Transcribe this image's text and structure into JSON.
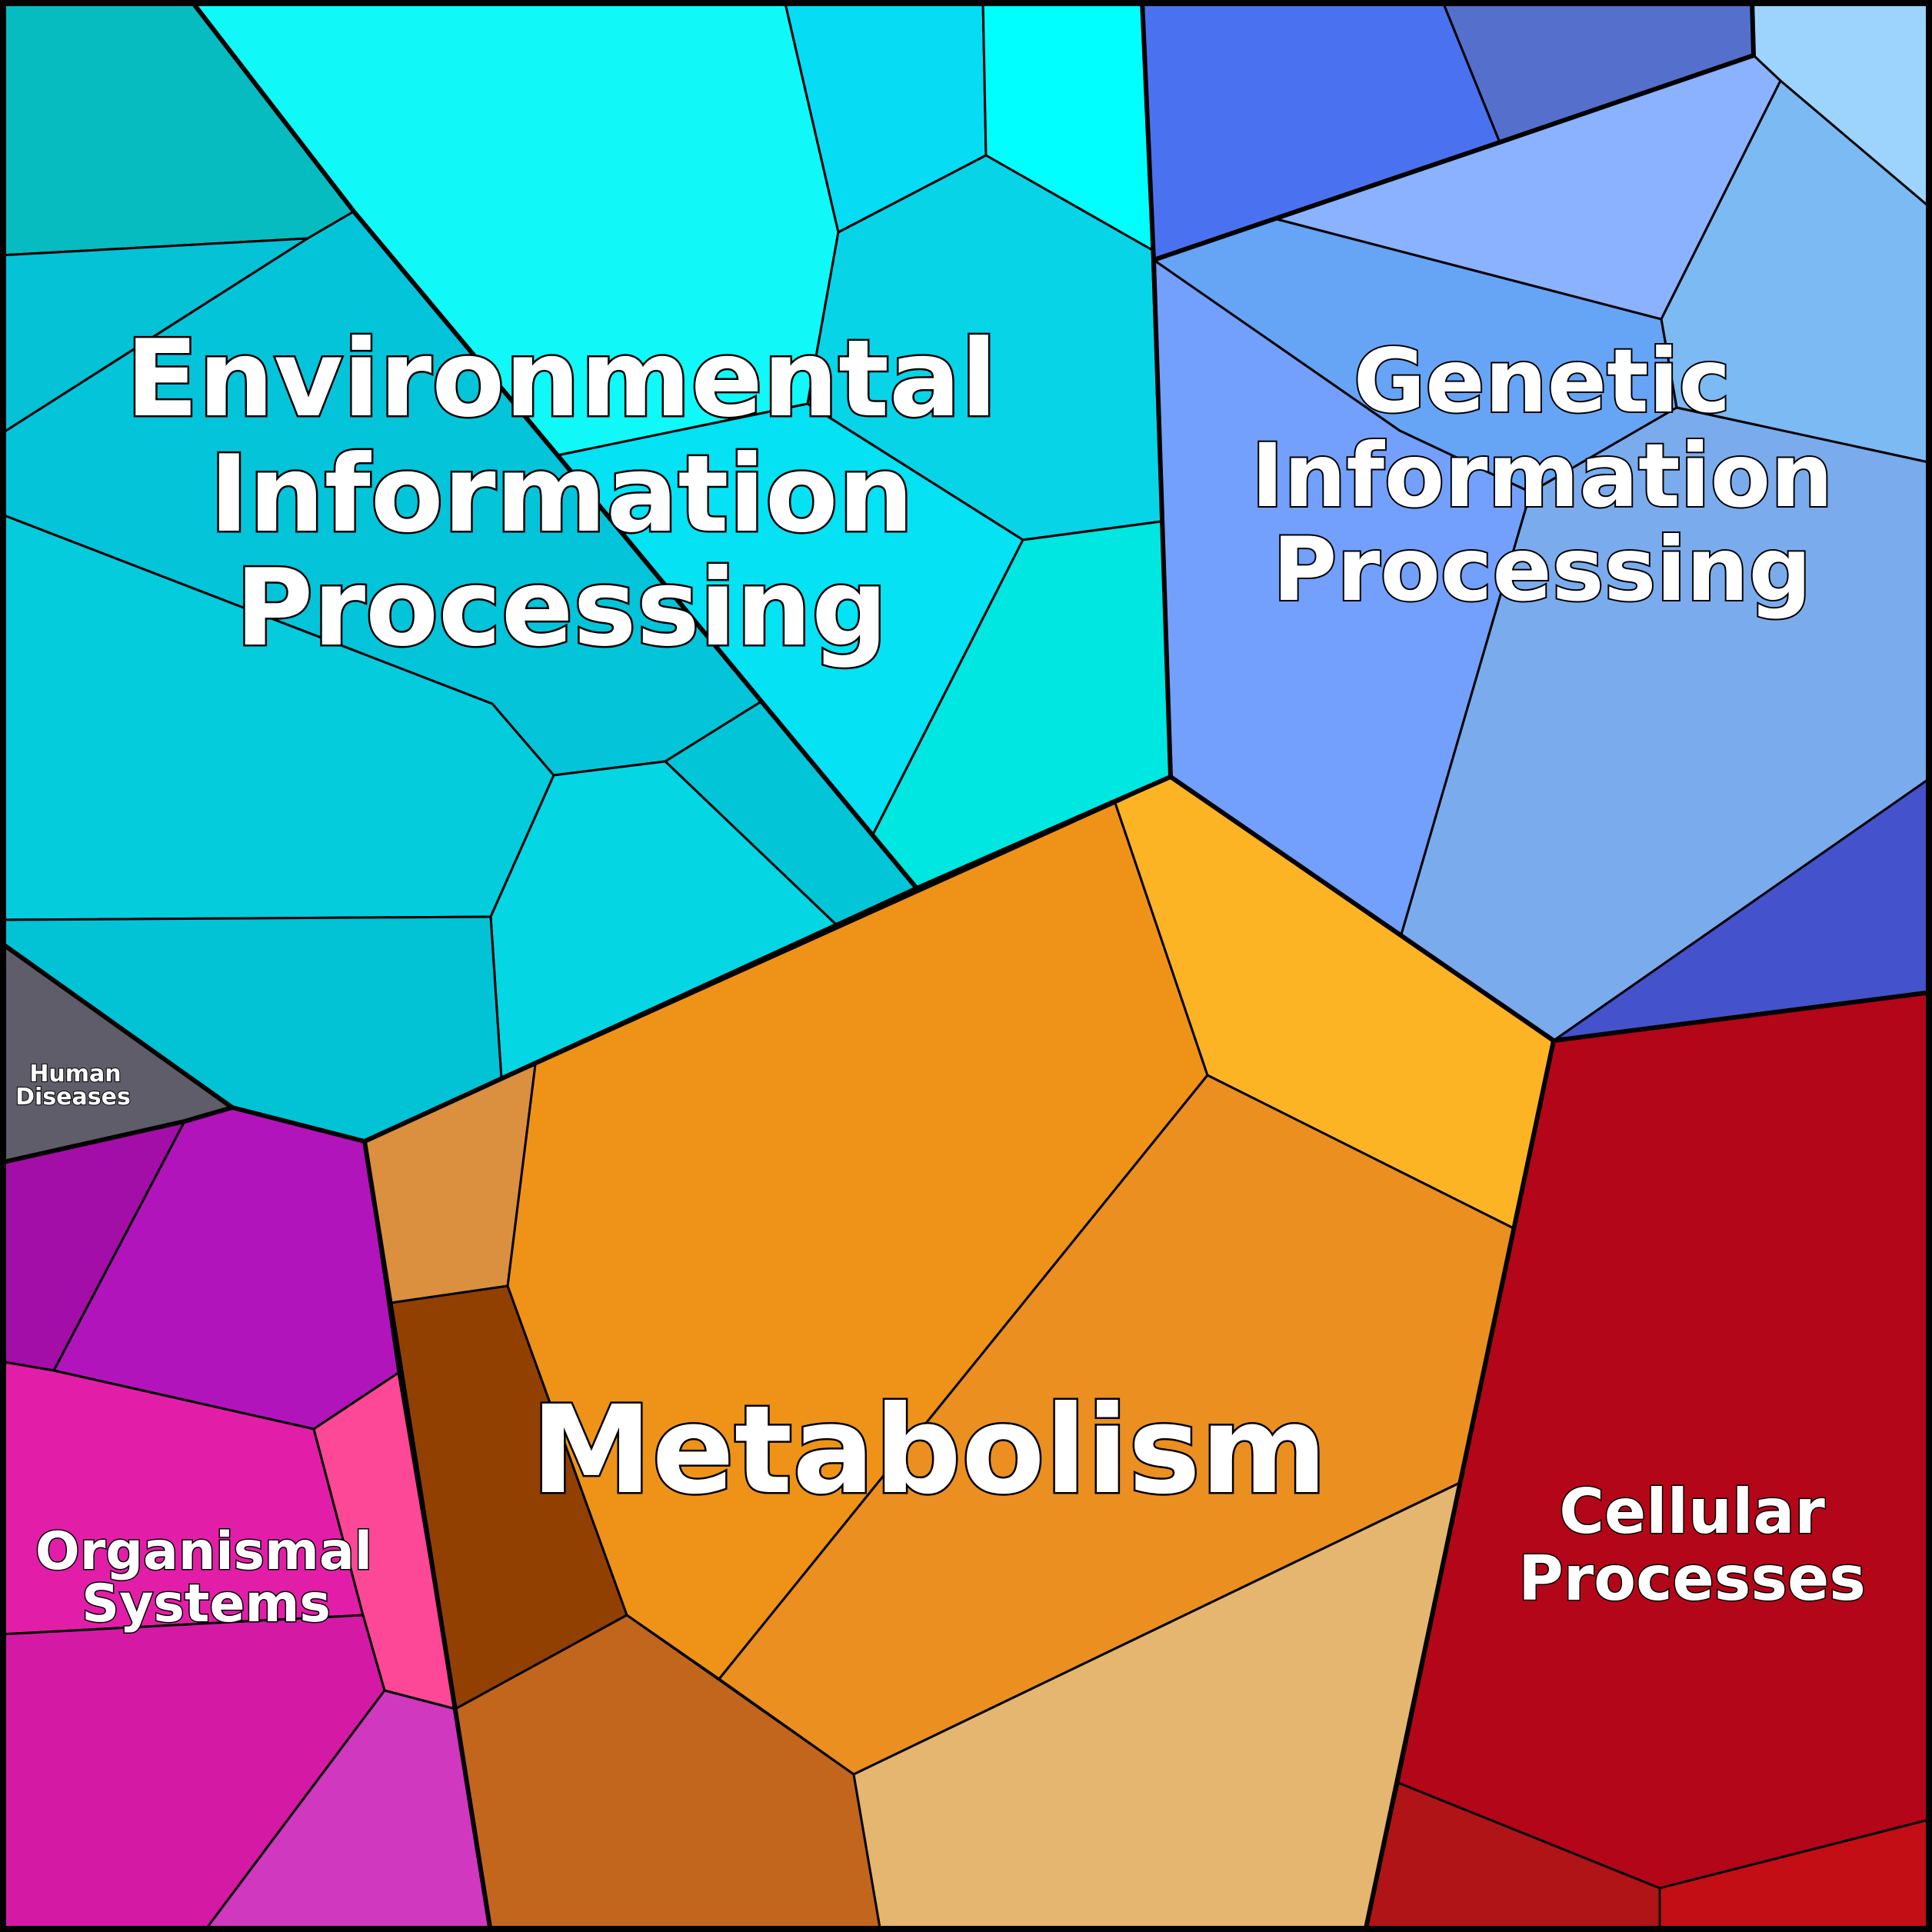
{
  "categories": [
    {
      "id": "env",
      "name": "Environmental Information Processing",
      "lines": [
        "Environmental",
        "Information",
        "Processing"
      ],
      "color": "#0ad8ee"
    },
    {
      "id": "gen",
      "name": "Genetic Information Processing",
      "lines": [
        "Genetic",
        "Information",
        "Processing"
      ],
      "color": "#74a6f6"
    },
    {
      "id": "met",
      "name": "Metabolism",
      "lines": [
        "Metabolism"
      ],
      "color": "#ee9419"
    },
    {
      "id": "cel",
      "name": "Cellular Processes",
      "lines": [
        "Cellular",
        "Processes"
      ],
      "color": "#b40619"
    },
    {
      "id": "org",
      "name": "Organismal Systems",
      "lines": [
        "Organismal",
        "Systems"
      ],
      "color": "#d81aa8"
    },
    {
      "id": "hum",
      "name": "Human Diseases",
      "lines": [
        "Human",
        "Diseases"
      ],
      "color": "#605d6a"
    }
  ]
}
